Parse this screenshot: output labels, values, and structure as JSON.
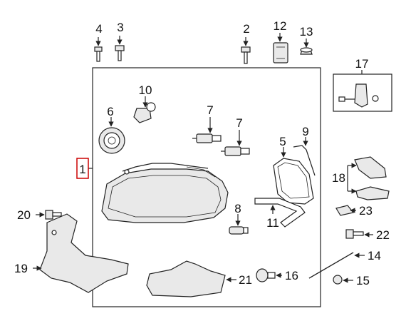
{
  "callouts": [
    {
      "id": "1",
      "text": "1"
    },
    {
      "id": "2",
      "text": "2"
    },
    {
      "id": "3",
      "text": "3"
    },
    {
      "id": "4",
      "text": "4"
    },
    {
      "id": "5",
      "text": "5"
    },
    {
      "id": "6",
      "text": "6"
    },
    {
      "id": "7a",
      "text": "7"
    },
    {
      "id": "7b",
      "text": "7"
    },
    {
      "id": "8",
      "text": "8"
    },
    {
      "id": "9",
      "text": "9"
    },
    {
      "id": "10",
      "text": "10"
    },
    {
      "id": "11",
      "text": "11"
    },
    {
      "id": "12",
      "text": "12"
    },
    {
      "id": "13",
      "text": "13"
    },
    {
      "id": "14",
      "text": "14"
    },
    {
      "id": "15",
      "text": "15"
    },
    {
      "id": "16",
      "text": "16"
    },
    {
      "id": "17",
      "text": "17"
    },
    {
      "id": "18",
      "text": "18"
    },
    {
      "id": "19",
      "text": "19"
    },
    {
      "id": "20",
      "text": "20"
    },
    {
      "id": "21",
      "text": "21"
    },
    {
      "id": "22",
      "text": "22"
    },
    {
      "id": "23",
      "text": "23"
    }
  ],
  "colors": {
    "line": "#222222",
    "highlight": "#cc0000",
    "background": "#ffffff"
  }
}
